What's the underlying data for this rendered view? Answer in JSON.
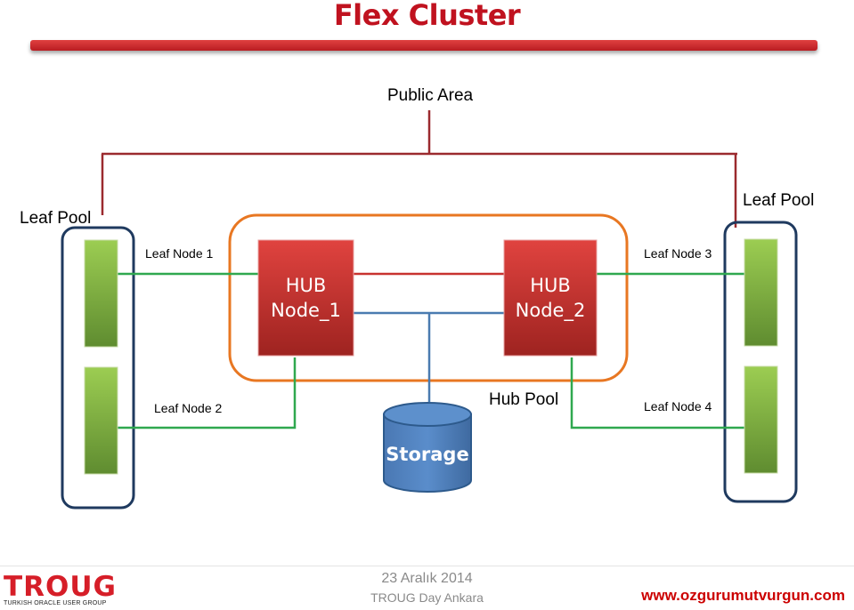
{
  "title": "Flex Cluster",
  "public_area": "Public Area",
  "leaf_pool_left": "Leaf Pool",
  "leaf_pool_right": "Leaf Pool",
  "hub_pool": "Hub Pool",
  "hub_node_1": {
    "line1": "HUB",
    "line2": "Node_1"
  },
  "hub_node_2": {
    "line1": "HUB",
    "line2": "Node_2"
  },
  "leaf_node_1": "Leaf Node 1",
  "leaf_node_2": "Leaf Node 2",
  "leaf_node_3": "Leaf Node 3",
  "leaf_node_4": "Leaf Node 4",
  "storage": "Storage",
  "footer": {
    "logo": "TROUG",
    "logo_subtitle": "TURKISH ORACLE USER GROUP",
    "date": "23 Aralık  2014",
    "event": "TROUG Day  Ankara",
    "url": "www.ozgurumutvurgun.com"
  },
  "colors": {
    "title": "#c0121f",
    "public_link": "#9b2a2e",
    "hub_pool_border": "#e87722",
    "leaf_pool_border": "#1f3a5f",
    "hub_node": "#c43533",
    "leaf_node": "#7fb046",
    "leaf_link": "#2fa84f",
    "storage_link": "#4a7bb0",
    "storage_fill": "#4f81bd"
  }
}
